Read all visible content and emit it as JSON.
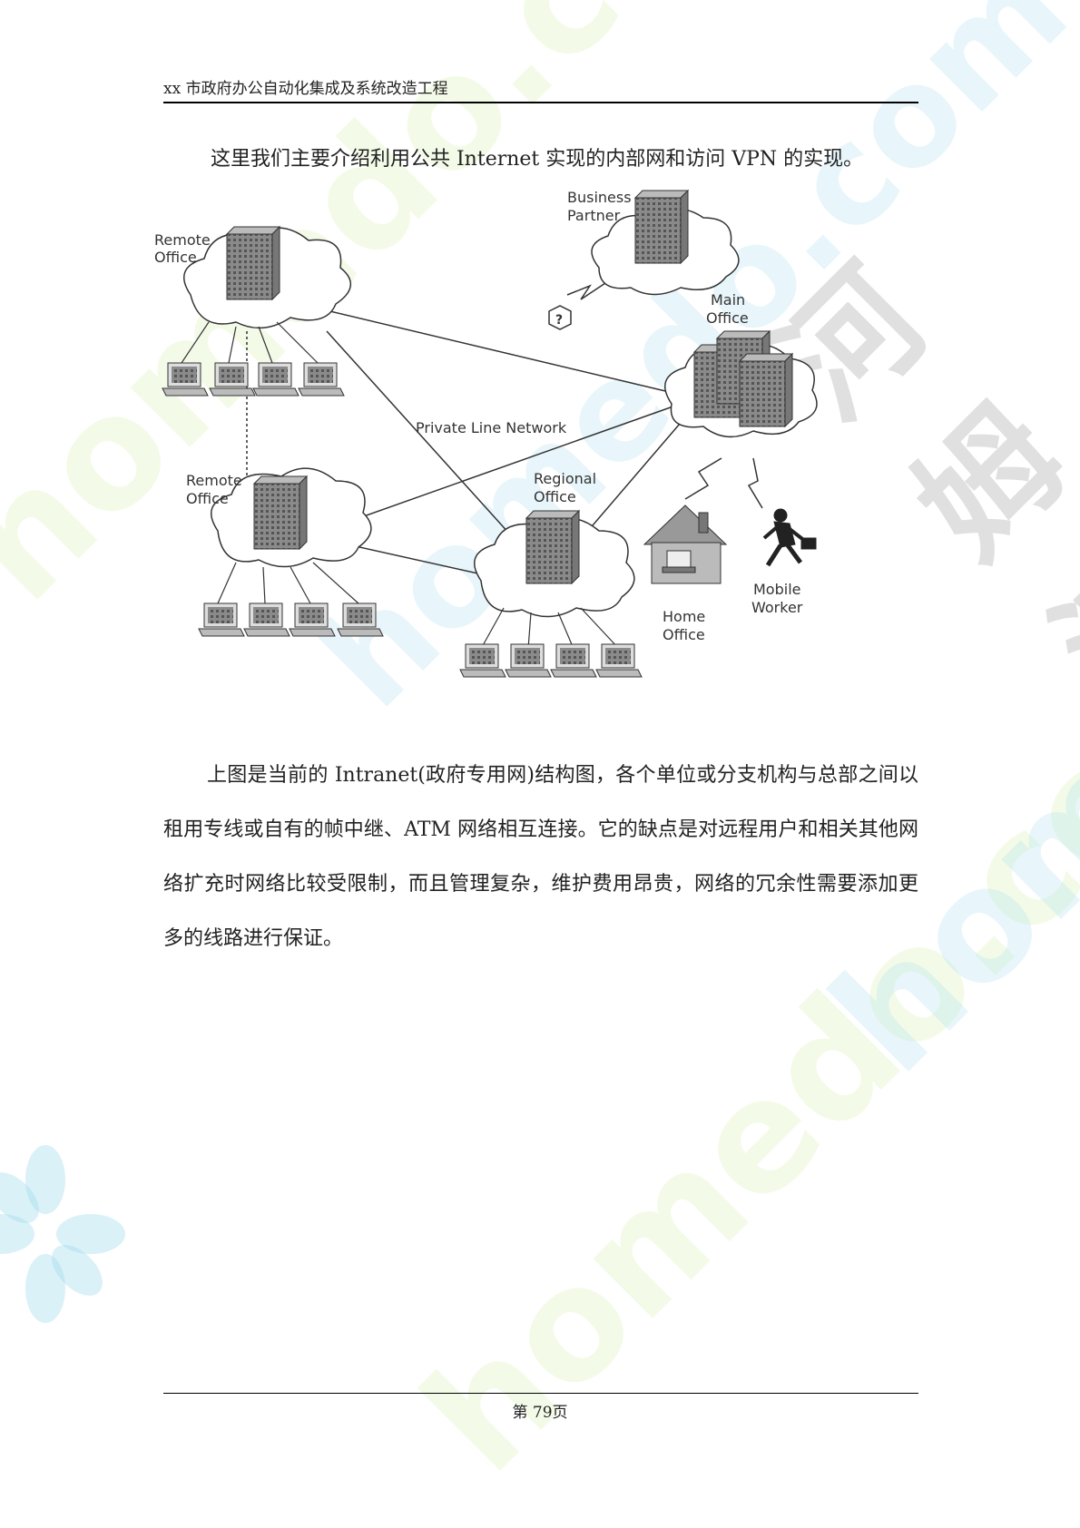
{
  "header": {
    "title": "xx 市政府办公自动化集成及系统改造工程"
  },
  "intro": "这里我们主要介绍利用公共 Internet 实现的内部网和访问 VPN 的实现。",
  "diagram": {
    "remote_office_top": [
      "Remote",
      "Office"
    ],
    "remote_office_left": [
      "Remote",
      "Office"
    ],
    "business_partner": [
      "Business",
      "Partner"
    ],
    "main_office": [
      "Main",
      "Office"
    ],
    "regional_office": [
      "Regional",
      "Office"
    ],
    "home_office": [
      "Home",
      "Office"
    ],
    "mobile_worker": [
      "Mobile",
      "Worker"
    ],
    "network_label": "Private Line Network",
    "unknown_mark": "?"
  },
  "body": "上图是当前的 Intranet(政府专用网)结构图，各个单位或分支机构与总部之间以租用专线或自有的帧中继、ATM 网络相互连接。它的缺点是对远程用户和相关其他网络扩充时网络比较受限制，而且管理复杂，维护费用昂贵，网络的冗余性需要添加更多的线路进行保证。",
  "footer": {
    "page": "第 79页"
  },
  "watermark": {
    "text": "homedo.com",
    "text_cn": "河姆渡"
  }
}
